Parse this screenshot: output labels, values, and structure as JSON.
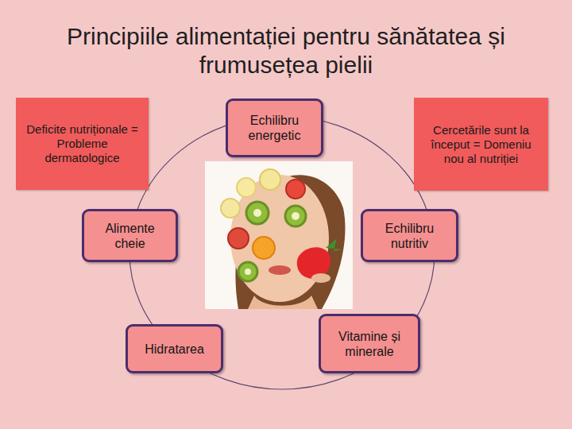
{
  "diagram": {
    "title": "Principiile alimentației pentru sănătatea și frumusețea pielii",
    "nodes": [
      {
        "text": [
          "Deficite nutriționale = Probleme dermatologice"
        ]
      },
      {
        "text": [
          "Echilibru energetic"
        ]
      },
      {
        "text": [
          "Cercetările sunt la început = Domeniu nou al nutriției"
        ]
      },
      {
        "text": [
          "Alimente cheie"
        ]
      },
      {
        "text": [
          "Echilibru nutritiv"
        ]
      },
      {
        "text": [
          "Hidratarea"
        ]
      },
      {
        "text": [
          "Vitamine și minerale"
        ]
      }
    ]
  }
}
